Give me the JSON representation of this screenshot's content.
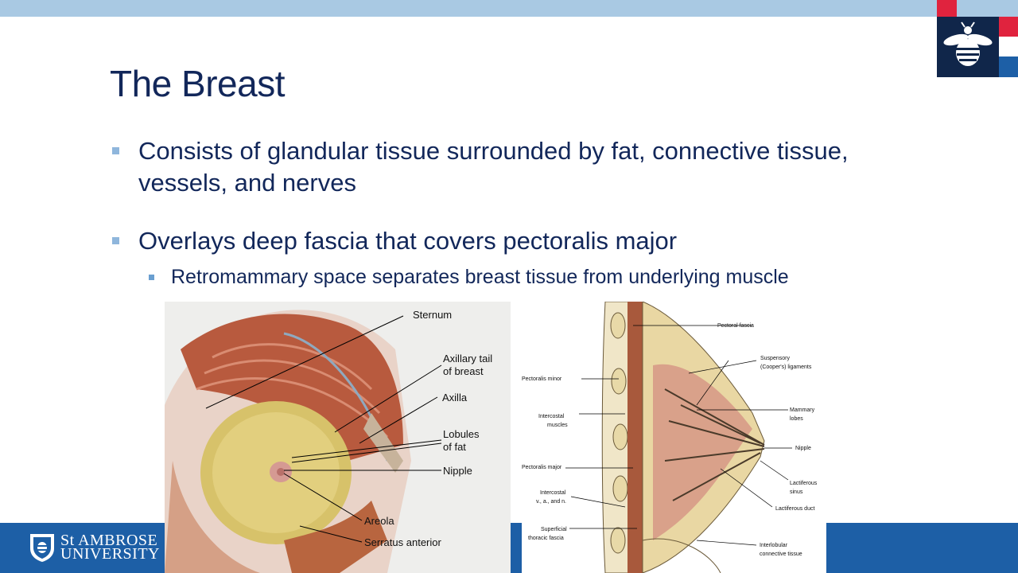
{
  "slide": {
    "title": "The Breast",
    "bullets": [
      "Consists of glandular tissue surrounded by fat, connective tissue, vessels, and nerves",
      "Overlays deep fascia that covers pectoralis major"
    ],
    "sub_bullets": [
      "Retromammary space separates breast tissue from underlying muscle"
    ]
  },
  "university": {
    "line1": "St AMBROSE",
    "line2": "UNIVERSITY"
  },
  "figure_left": {
    "labels": {
      "sternum": "Sternum",
      "axillary_tail_1": "Axillary tail",
      "axillary_tail_2": "of breast",
      "axilla": "Axilla",
      "lobules_1": "Lobules",
      "lobules_2": "of fat",
      "nipple": "Nipple",
      "areola": "Areola",
      "serratus": "Serratus anterior"
    }
  },
  "figure_right": {
    "labels": {
      "pectoral_fascia": "Pectoral fascia",
      "suspensory_1": "Suspensory",
      "suspensory_2": "(Cooper's) ligaments",
      "pectoralis_minor": "Pectoralis minor",
      "mammary_1": "Mammary",
      "mammary_2": "lobes",
      "intercostal_1": "Intercostal",
      "intercostal_2": "muscles",
      "nipple": "Nipple",
      "pectoralis_major": "Pectoralis major",
      "lactiferous_sinus_1": "Lactiferous",
      "lactiferous_sinus_2": "sinus",
      "intercostal_van_1": "Intercostal",
      "intercostal_van_2": "v., a., and n.",
      "lactiferous_duct": "Lactiferous duct",
      "superficial_1": "Superficial",
      "superficial_2": "thoracic fascia",
      "interlobular_1": "Interlobular",
      "interlobular_2": "connective tissue"
    }
  },
  "colors": {
    "title": "#12275a",
    "accent_light_blue": "#a9c9e3",
    "footer_blue": "#1d5fa6",
    "logo_red": "#e0233e",
    "logo_navy": "#10264a"
  },
  "icons": {
    "logo": "bee-icon",
    "crest": "shield-crest-icon"
  }
}
